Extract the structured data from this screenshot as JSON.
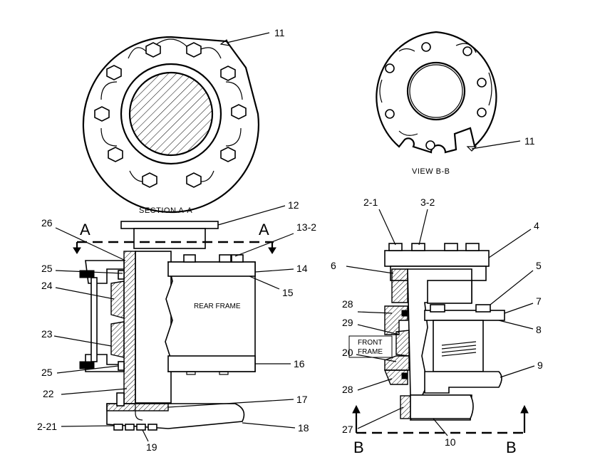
{
  "captions": {
    "section": "SECTION A-A",
    "view": "VIEW B-B",
    "rear_frame": "REAR FRAME",
    "front_frame_1": "FRONT",
    "front_frame_2": "FRAME"
  },
  "section_markers": {
    "a": "A",
    "b": "B"
  },
  "callouts": {
    "c11_top": "11",
    "c11_view": "11",
    "c12": "12",
    "c13": "13-2",
    "c14": "14",
    "c15": "15",
    "c16": "16",
    "c17": "17",
    "c18": "18",
    "c19": "19",
    "c2_21": "2-21",
    "c22": "22",
    "c23": "23",
    "c24": "24",
    "c25a": "25",
    "c25b": "25",
    "c26": "26",
    "c2_1": "2-1",
    "c3_2": "3-2",
    "c4": "4",
    "c5": "5",
    "c6": "6",
    "c7": "7",
    "c8": "8",
    "c9": "9",
    "c10": "10",
    "c20": "20",
    "c27": "27",
    "c28a": "28",
    "c28b": "28",
    "c29": "29"
  }
}
